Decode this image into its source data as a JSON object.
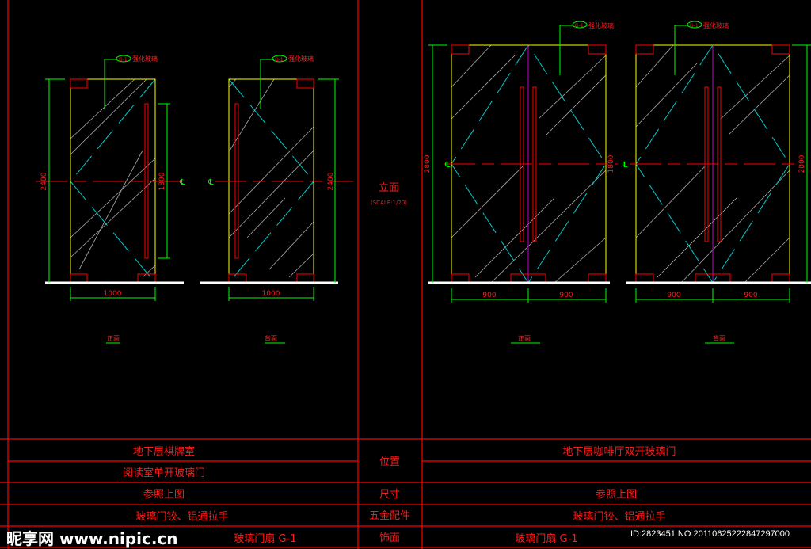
{
  "center_label": {
    "title": "立面",
    "scale": "(SCALE:1/20)"
  },
  "single_door": {
    "tag": "G-1",
    "material": "强化玻璃",
    "height_dim": "2400",
    "handle_dim": "1800",
    "width_dim": "1000",
    "centerline": "℄",
    "front_label": "正面",
    "back_label": "背面"
  },
  "double_door": {
    "tag": "G-1",
    "material": "强化玻璃",
    "height_dim": "2800",
    "handle_dim": "1800",
    "leaf_width_dim": "900",
    "centerline": "℄",
    "front_label": "正面",
    "back_label": "背面"
  },
  "table": {
    "rows": [
      {
        "header": "位置",
        "left": [
          "地下层棋牌室",
          "阅读室单开玻璃门"
        ],
        "right": [
          "地下层咖啡厅双开玻璃门",
          ""
        ]
      },
      {
        "header": "尺寸",
        "left": [
          "参照上图"
        ],
        "right": [
          "参照上图"
        ]
      },
      {
        "header": "五金配件",
        "left": [
          "玻璃门铰、铝通拉手"
        ],
        "right": [
          "玻璃门铰、铝通拉手"
        ]
      },
      {
        "header": "饰面",
        "left": [
          "玻璃门扇 G-1"
        ],
        "right": [
          "玻璃门扇 G-1"
        ]
      }
    ]
  },
  "watermark": {
    "site": "昵享网 www.nipic.cn",
    "id": "ID:2823451 NO:20110625222847297000"
  }
}
